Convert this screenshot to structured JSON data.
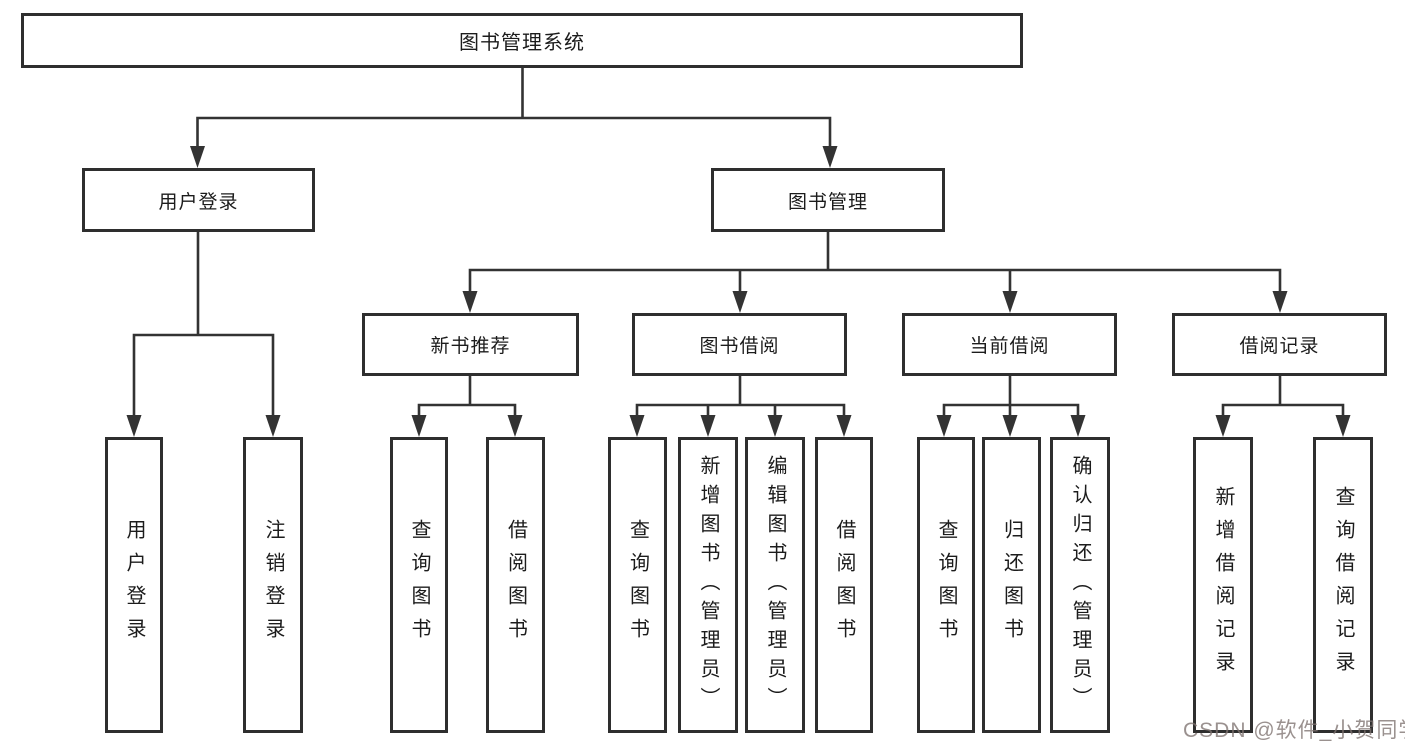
{
  "root": {
    "label": "图书管理系统"
  },
  "level2": [
    {
      "label": "用户登录"
    },
    {
      "label": "图书管理"
    }
  ],
  "level3": [
    {
      "label": "新书推荐"
    },
    {
      "label": "图书借阅"
    },
    {
      "label": "当前借阅"
    },
    {
      "label": "借阅记录"
    }
  ],
  "leaves": {
    "user_login": [
      "用户登录",
      "注销登录"
    ],
    "new_book": [
      "查询图书",
      "借阅图书"
    ],
    "borrow": [
      "查询图书",
      "新增图书（管理员）",
      "编辑图书（管理员）",
      "借阅图书"
    ],
    "current": [
      "查询图书",
      "归还图书",
      "确认归还（管理员）"
    ],
    "records": [
      "新增借阅记录",
      "查询借阅记录"
    ]
  },
  "watermark": "CSDN @软件_小贺同学",
  "colors": {
    "line": "#333333",
    "border": "#2e2e2e",
    "text": "#1c1c1c",
    "watermark": "#7d7270"
  }
}
